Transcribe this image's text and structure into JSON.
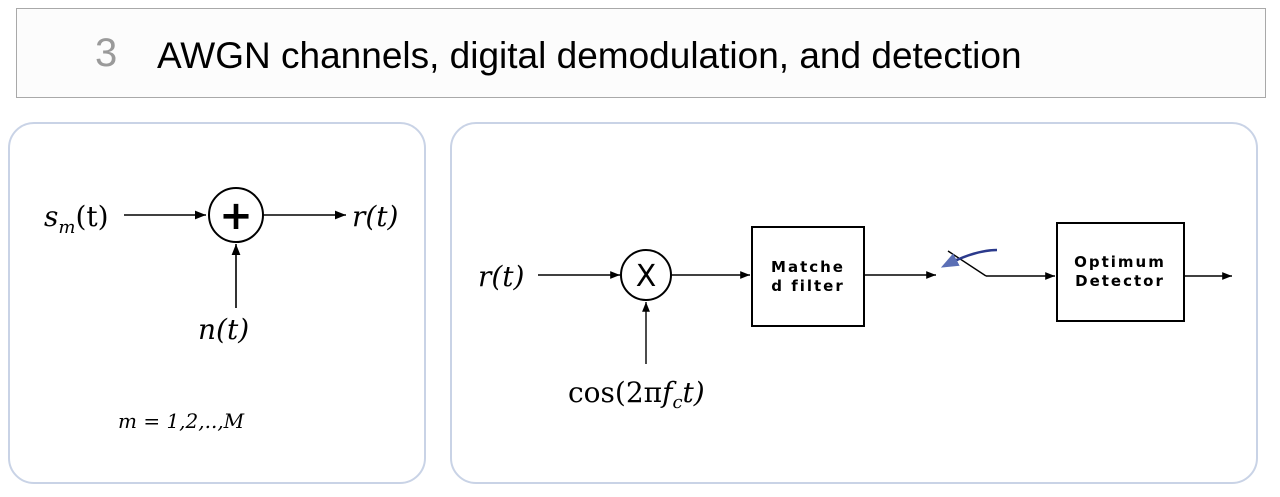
{
  "header": {
    "number": "3",
    "title": "AWGN channels, digital demodulation, and detection"
  },
  "channel_model": {
    "input_signal": "sm(t)",
    "input_base": "s",
    "input_sub": "m",
    "input_arg": "(t)",
    "adder_symbol": "+",
    "noise": "n(t)",
    "output": "r(t)",
    "index_note": "m = 1,2,..,M"
  },
  "receiver": {
    "input": "r(t)",
    "mixer_symbol": "X",
    "carrier": "cos(2πfct)",
    "carrier_pre": "cos(2π",
    "carrier_f": "f",
    "carrier_sub": "c",
    "carrier_post": "t)",
    "matched_filter_line1": "Matche",
    "matched_filter_line2": "d filter",
    "detector_line1": "Optimum",
    "detector_line2": "Detector"
  },
  "colors": {
    "panel_border": "#c9d3e6",
    "title_border": "#a9a9a9",
    "title_number": "#9a9a9a",
    "sampler_arrow": "#2b3a8c"
  }
}
